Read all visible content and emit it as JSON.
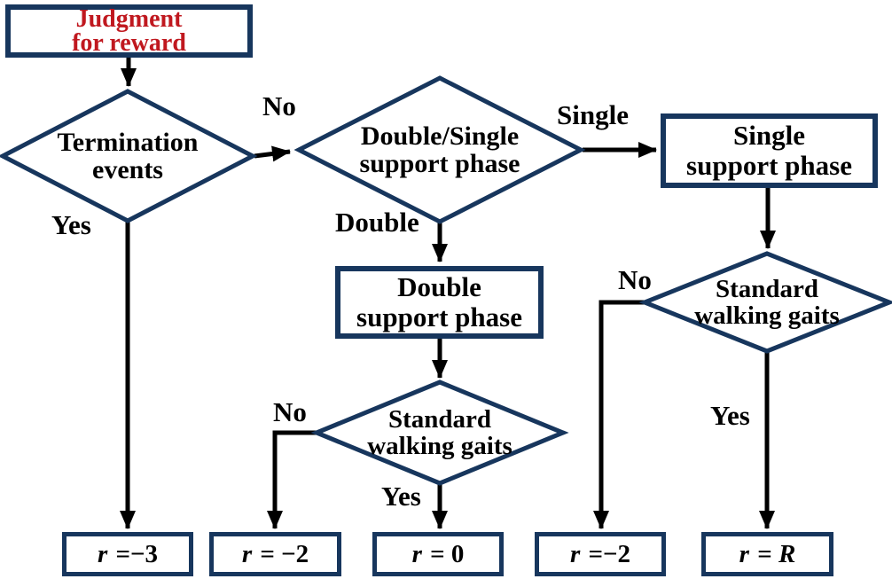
{
  "diagram": {
    "title": "Judgment for reward flowchart",
    "colors": {
      "node_border": "#17365D",
      "start_text": "#C0181F",
      "text": "#000000",
      "arrow": "#000000",
      "background": "#ffffff"
    },
    "nodes": {
      "start": {
        "line1": "Judgment",
        "line2": "for reward"
      },
      "termination": {
        "line1": "Termination",
        "line2": "events"
      },
      "phase_decision": {
        "line1": "Double/Single",
        "line2": "support phase"
      },
      "single_phase": {
        "line1": "Single",
        "line2": "support phase"
      },
      "double_phase": {
        "line1": "Double",
        "line2": "support phase"
      },
      "gaits_mid": {
        "line1": "Standard",
        "line2": "walking gaits"
      },
      "gaits_right": {
        "line1": "Standard",
        "line2": "walking gaits"
      }
    },
    "edge_labels": {
      "termination_no": "No",
      "phase_single": "Single",
      "phase_double": "Double",
      "termination_yes": "Yes",
      "gaits_mid_no": "No",
      "gaits_mid_yes": "Yes",
      "gaits_right_no": "No",
      "gaits_right_yes": "Yes"
    },
    "results": [
      {
        "var": "r",
        "rest": " =−3"
      },
      {
        "var": "r",
        "rest": " = −2"
      },
      {
        "var": "r",
        "rest": " = 0"
      },
      {
        "var": "r",
        "rest": " =−2"
      },
      {
        "var": "r",
        "rest": " = ",
        "var2": "R"
      }
    ]
  }
}
